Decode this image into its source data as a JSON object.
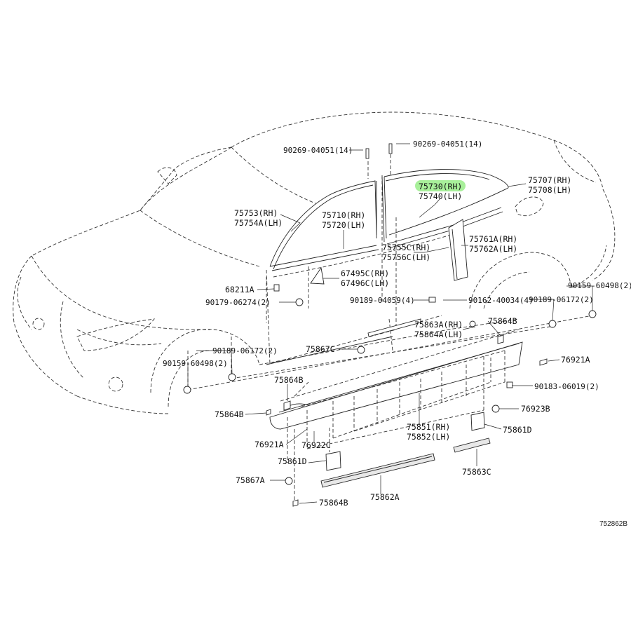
{
  "highlight_color": "#a8f09a",
  "illustration_id": "752862B",
  "labels": {
    "p90269_left": "90269-04051(14)",
    "p90269_right": "90269-04051(14)",
    "p75707": "75707(RH)",
    "p75708": "75708(LH)",
    "p75730": "75730(RH)",
    "p75740": "75740(LH)",
    "p75753": "75753(RH)",
    "p75754a": "75754A(LH)",
    "p75710": "75710(RH)",
    "p75720": "75720(LH)",
    "p75761a": "75761A(RH)",
    "p75762a": "75762A(LH)",
    "p75755c": "75755C(RH)",
    "p75756c": "75756C(LH)",
    "p67495c": "67495C(RH)",
    "p67496c": "67496C(LH)",
    "p68211a": "68211A",
    "p90179": "90179-06274(2)",
    "p90189_04059": "90189-04059(4)",
    "p90162": "90162-40034(4)",
    "p90189_06172_r": "90189-06172(2)",
    "p90159_r": "90159-60498(2)",
    "p75863a": "75863A(RH)",
    "p75864a": "75864A(LH)",
    "p75864b_top": "75864B",
    "p75867c": "75867C",
    "p76921a_r": "76921A",
    "p90189_06172_l": "90189-06172(2)",
    "p90159_l": "90159-60498(2)",
    "p75864b_mid": "75864B",
    "p90183": "90183-06019(2)",
    "p75864b_left": "75864B",
    "p76923b": "76923B",
    "p75851": "75851(RH)",
    "p75852": "75852(LH)",
    "p75861d_r": "75861D",
    "p76921a_l": "76921A",
    "p76922c": "76922C",
    "p75861d_l": "75861D",
    "p75863c": "75863C",
    "p75867a": "75867A",
    "p75862a": "75862A",
    "p75864b_bot": "75864B"
  }
}
